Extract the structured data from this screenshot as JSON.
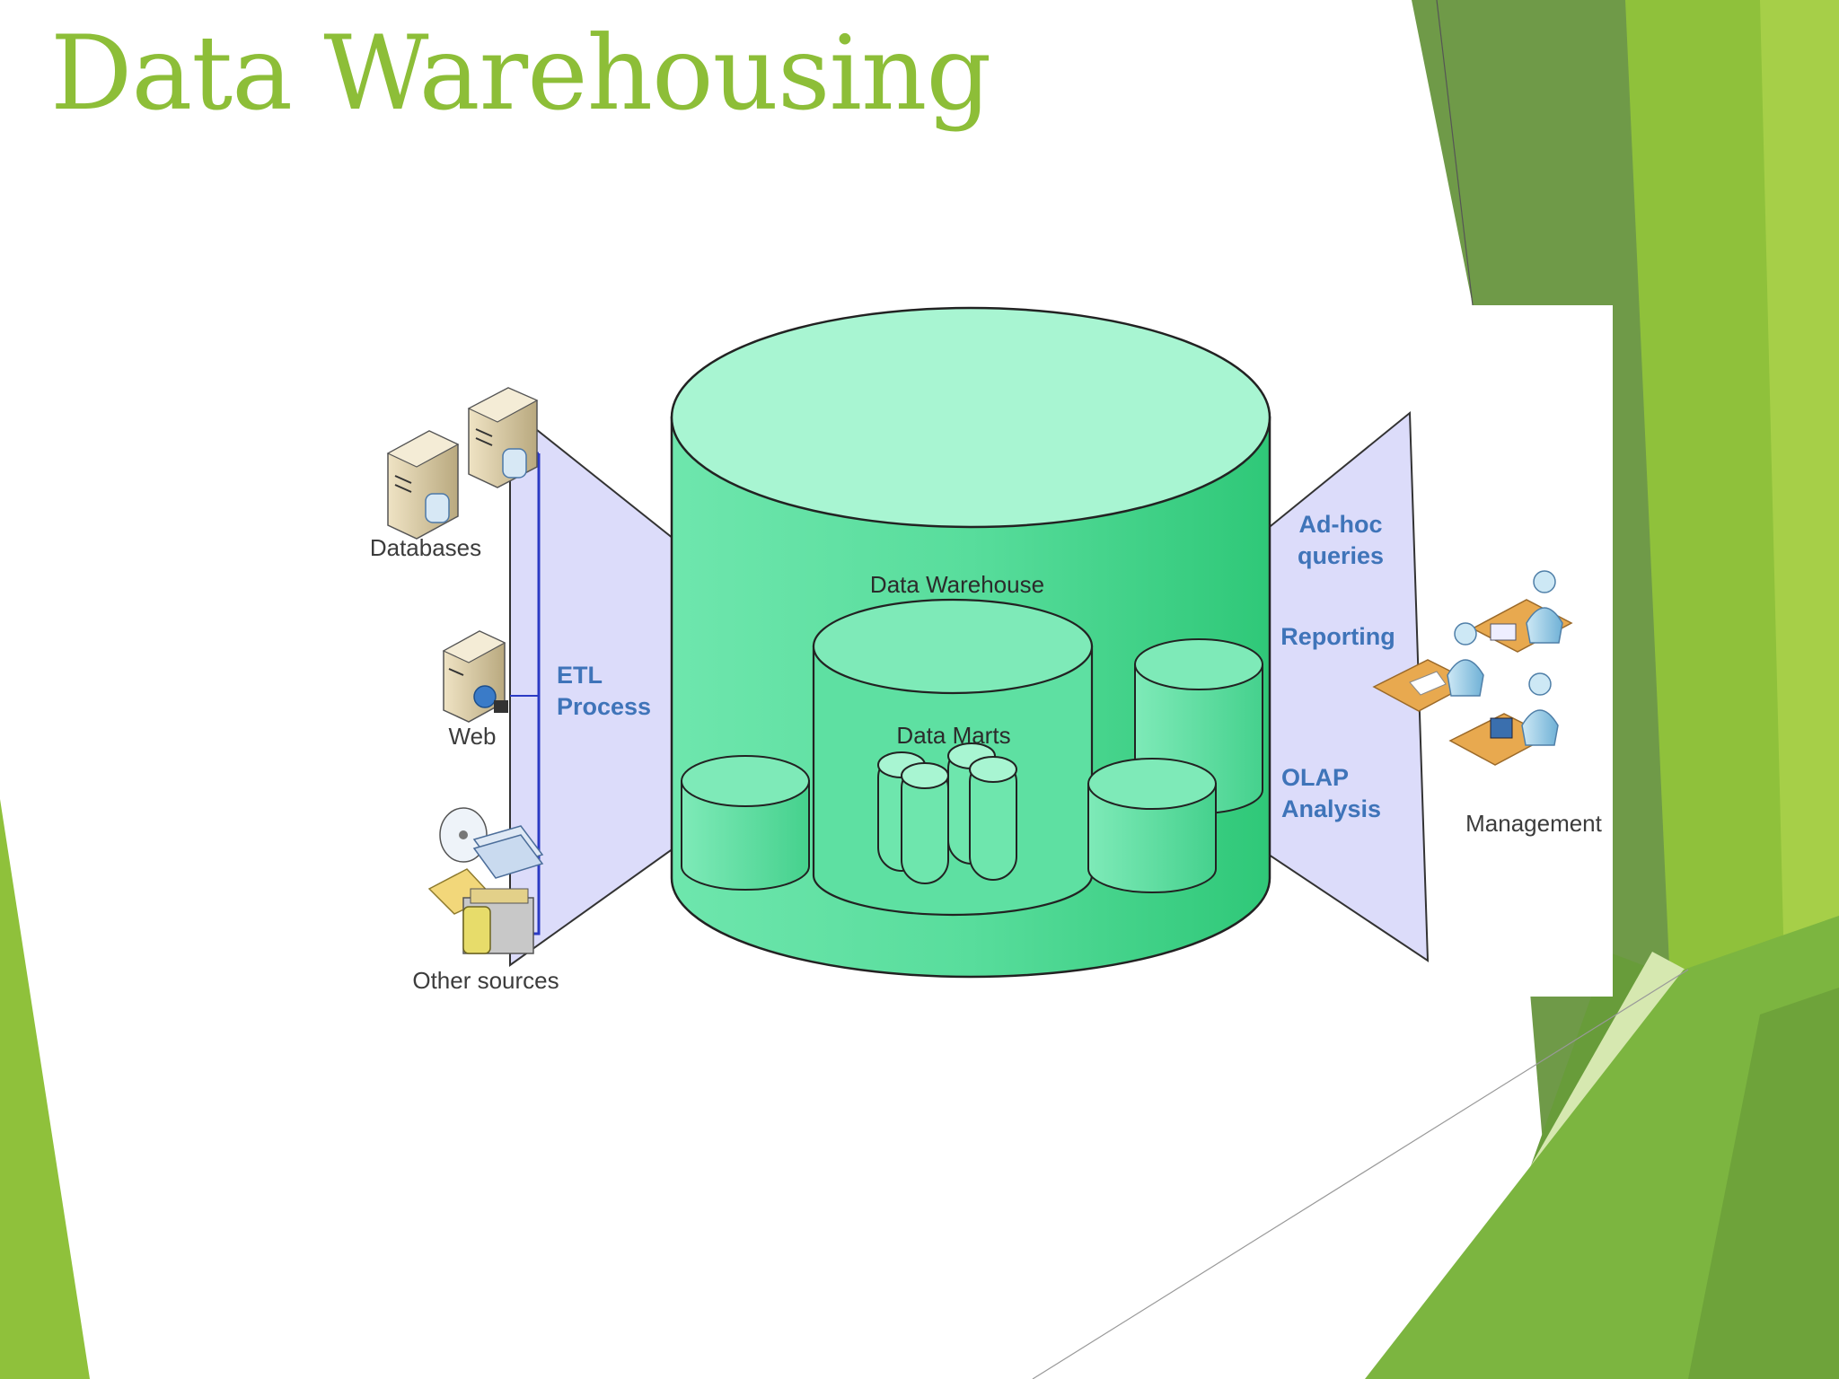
{
  "slide": {
    "title": "Data Warehousing"
  },
  "diagram": {
    "center": {
      "warehouse_label": "Data Warehouse",
      "marts_label": "Data Marts"
    },
    "sources": {
      "databases": "Databases",
      "web": "Web",
      "other": "Other sources",
      "etl_line1": "ETL",
      "etl_line2": "Process"
    },
    "outputs": {
      "adhoc_line1": "Ad-hoc",
      "adhoc_line2": "queries",
      "reporting": "Reporting",
      "olap_line1": "OLAP",
      "olap_line2": "Analysis",
      "management": "Management"
    }
  },
  "colors": {
    "title": "#8dbe38",
    "cylinder_fill": "#5ee0a2",
    "cylinder_top": "#a8f5d2",
    "funnel_fill": "#dcdcfa",
    "etl_line": "#2b3ac4",
    "label_blue": "#3f74b9",
    "theme_green_light": "#9cc83c",
    "theme_green_dark": "#5f8f3a"
  }
}
